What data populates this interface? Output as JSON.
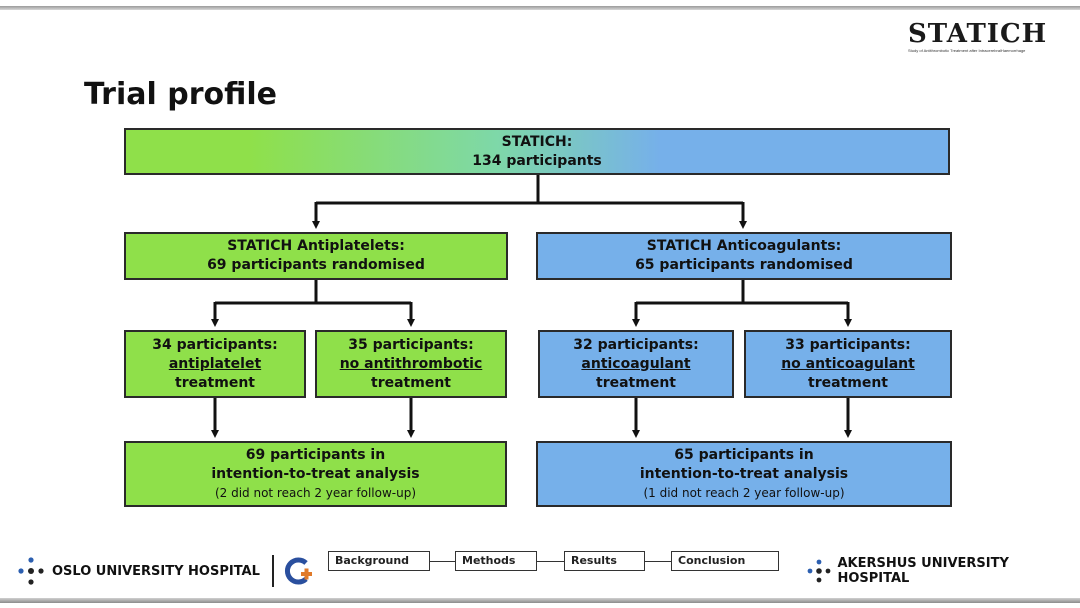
{
  "logo": {
    "text": "STATICH",
    "subtitle": "Study of Antithrombotic Treatment after IntracerebralHaemorrhage"
  },
  "title": "Trial profile",
  "flow": {
    "top": {
      "line1": "STATICH:",
      "line2": "134 participants"
    },
    "left": {
      "header": {
        "line1": "STATICH Antiplatelets:",
        "line2": "69 participants randomised"
      },
      "arm1": {
        "line1": "34 participants:",
        "line2": "antiplatelet",
        "line3": "treatment"
      },
      "arm2": {
        "line1": "35 participants:",
        "line2": "no antithrombotic",
        "line3": "treatment"
      },
      "analysis": {
        "line1": "69 participants in",
        "line2": "intention-to-treat analysis",
        "line3": "(2 did not reach 2 year follow-up)"
      }
    },
    "right": {
      "header": {
        "line1": "STATICH Anticoagulants:",
        "line2": "65 participants randomised"
      },
      "arm1": {
        "line1": "32 participants:",
        "line2": "anticoagulant",
        "line3": "treatment"
      },
      "arm2": {
        "line1": "33 participants:",
        "line2": "no anticoagulant",
        "line3": "treatment"
      },
      "analysis": {
        "line1": "65 participants in",
        "line2": "intention-to-treat analysis",
        "line3": "(1 did not reach 2 year follow-up)"
      }
    }
  },
  "colors": {
    "green": "#8fe04a",
    "blue": "#76b0ea"
  },
  "footer": {
    "left_hospital": "OSLO UNIVERSITY HOSPITAL",
    "right_hospital": "AKERSHUS UNIVERSITY HOSPITAL",
    "nav": [
      "Background",
      "Methods",
      "Results",
      "Conclusion"
    ]
  }
}
